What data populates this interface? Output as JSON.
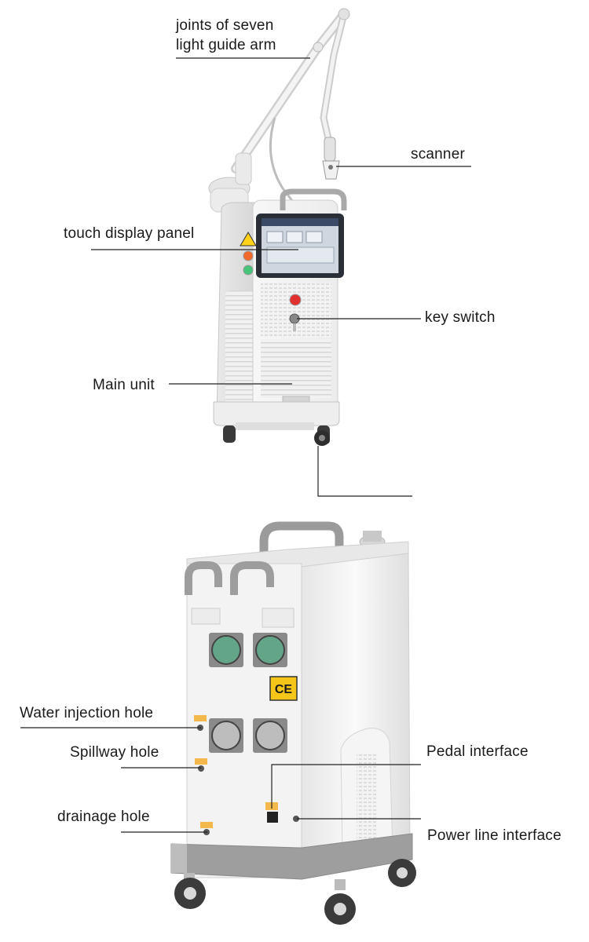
{
  "labels": {
    "joints": [
      "joints of seven",
      "light guide arm"
    ],
    "scanner": "scanner",
    "touch_panel": "touch display panel",
    "key_switch": "key switch",
    "main_unit": "Main unit",
    "water_injection": "Water injection hole",
    "spillway": "Spillway hole",
    "pedal": "Pedal interface",
    "drainage": "drainage hole",
    "power_line": "Power line interface",
    "ce_mark": "CE"
  },
  "colors": {
    "leader_line": "#222222",
    "body": "#f2f2f2",
    "body_shade": "#d9d9d9",
    "wheel": "#3a3a3a",
    "screen": "#1b1f2a",
    "ce_yellow": "#f5c518"
  }
}
